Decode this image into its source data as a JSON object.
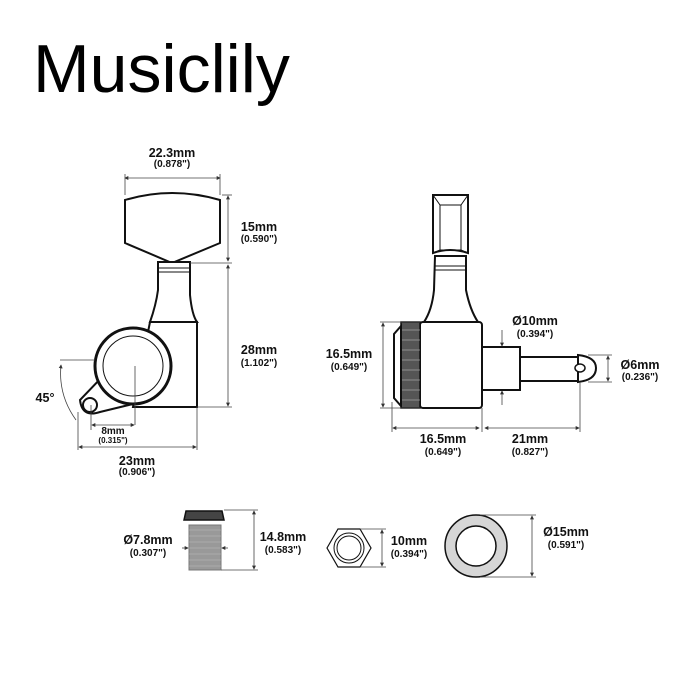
{
  "brand": "Musiclily",
  "side_view": {
    "width": {
      "mm": "22.3mm",
      "in": "(0.878\")"
    },
    "button_height": {
      "mm": "15mm",
      "in": "(0.590\")"
    },
    "body_height": {
      "mm": "28mm",
      "in": "(1.102\")"
    },
    "ear_offset": {
      "mm": "8mm",
      "in": "(0.315\")"
    },
    "total_width": {
      "mm": "23mm",
      "in": "(0.906\")"
    },
    "angle": "45°"
  },
  "front_view": {
    "body_height": {
      "mm": "16.5mm",
      "in": "(0.649\")"
    },
    "body_width": {
      "mm": "16.5mm",
      "in": "(0.649\")"
    },
    "post_length": {
      "mm": "21mm",
      "in": "(0.827\")"
    },
    "shaft_diameter": {
      "mm": "Ø10mm",
      "in": "(0.394\")"
    },
    "post_diameter": {
      "mm": "Ø6mm",
      "in": "(0.236\")"
    }
  },
  "parts": {
    "bushing_diameter": {
      "mm": "Ø7.8mm",
      "in": "(0.307\")"
    },
    "bushing_height": {
      "mm": "14.8mm",
      "in": "(0.583\")"
    },
    "nut_size": {
      "mm": "10mm",
      "in": "(0.394\")"
    },
    "washer_diameter": {
      "mm": "Ø15mm",
      "in": "(0.591\")"
    }
  }
}
